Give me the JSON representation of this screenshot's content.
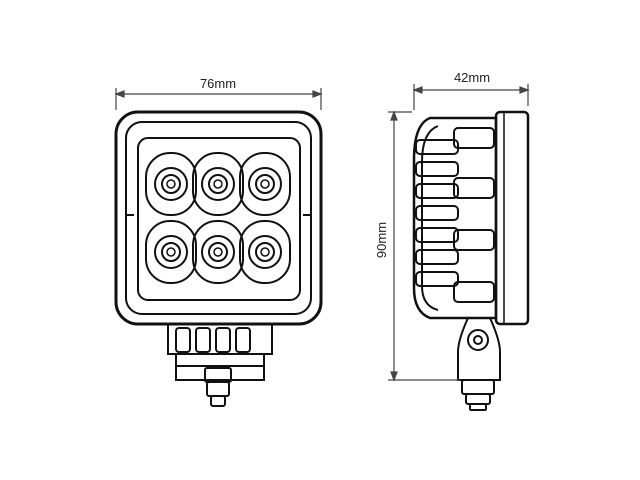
{
  "dimensions": {
    "front_width": "76mm",
    "side_depth": "42mm",
    "height": "90mm"
  },
  "colors": {
    "stroke": "#111111",
    "background": "#ffffff",
    "dim_line": "#444444"
  },
  "icons": {
    "front_view": "work-light-front-icon",
    "side_view": "work-light-side-icon",
    "led": "led-lens-icon"
  }
}
